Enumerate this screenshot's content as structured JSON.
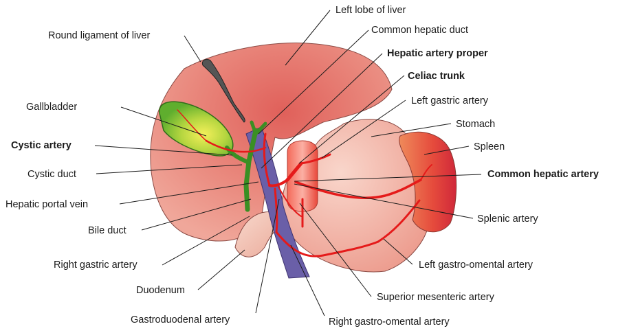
{
  "labels": {
    "left_lobe_of_liver": "Left lobe of liver",
    "round_ligament_of_liver": "Round ligament of liver",
    "common_hepatic_duct": "Common hepatic duct",
    "hepatic_artery_proper": "Hepatic artery proper",
    "celiac_trunk": "Celiac trunk",
    "gallbladder": "Gallbladder",
    "left_gastric_artery": "Left gastric artery",
    "stomach": "Stomach",
    "cystic_artery": "Cystic artery",
    "spleen": "Spleen",
    "cystic_duct": "Cystic duct",
    "common_hepatic_artery": "Common hepatic artery",
    "hepatic_portal_vein": "Hepatic portal vein",
    "splenic_artery": "Splenic artery",
    "bile_duct": "Bile duct",
    "right_gastric_artery": "Right gastric artery",
    "left_gastro_omental_artery": "Left gastro-omental artery",
    "duodenum": "Duodenum",
    "superior_mesenteric_artery": "Superior mesenteric artery",
    "gastroduodenal_artery": "Gastroduodenal artery",
    "right_gastro_omental_artery": "Right gastro-omental artery"
  },
  "colors": {
    "liver": "#e9877c",
    "stomach": "#f3b4a8",
    "spleen": "#e54a3c",
    "gallbladder": "#6fb832",
    "bile_ducts": "#3a8f23",
    "portal_vein": "#6a5fa8",
    "arteries": "#e51a1a",
    "aorta": "#f05a4a",
    "duodenum": "#f4c4b6"
  }
}
